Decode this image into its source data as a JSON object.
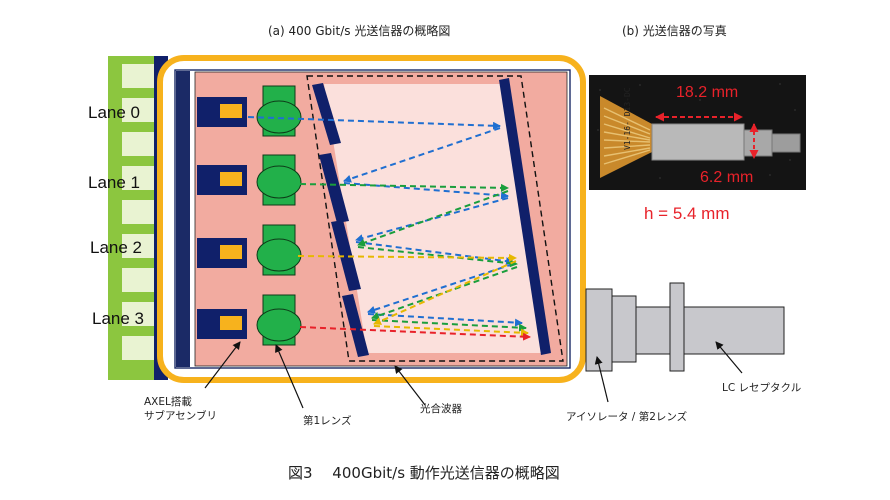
{
  "panel_a": {
    "title": "(a)  400 Gbit/s 光送信器の概略図"
  },
  "panel_b": {
    "title": "(b)  光送信器の写真",
    "length": "18.2 mm",
    "width": "6.2 mm",
    "height": "h = 5.4 mm",
    "chip_text": "V1-16-\nD13-DC"
  },
  "lanes": [
    "Lane 0",
    "Lane 1",
    "Lane 2",
    "Lane 3"
  ],
  "callouts": {
    "axel_line1": "AXEL搭載",
    "axel_line2": "サブアセンブリ",
    "lens1": "第1レンズ",
    "combiner": "光合波器",
    "isolator": "アイソレータ / 第2レンズ",
    "receptacle": "LC レセプタクル"
  },
  "caption": "図3　 400Gbit/s 動作光送信器の概略図",
  "colors": {
    "lane0": "#1f6fd1",
    "lane1": "#1a9e3c",
    "lane2": "#e6b800",
    "lane3": "#e8222a",
    "housing": "#f7b21d",
    "substrate": "#f2aba0",
    "combiner": "#fbe0dc",
    "navy": "#10206a",
    "green": "#22b04a",
    "pcb": "#8cc63f"
  }
}
